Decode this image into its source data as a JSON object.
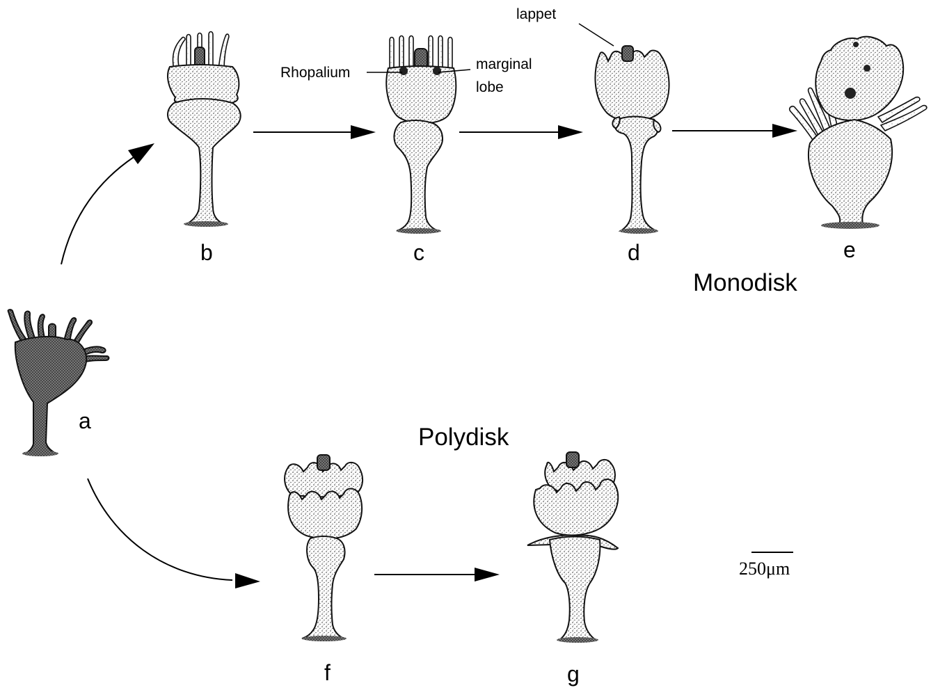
{
  "stages": [
    {
      "id": "a",
      "label": "a"
    },
    {
      "id": "b",
      "label": "b"
    },
    {
      "id": "c",
      "label": "c"
    },
    {
      "id": "d",
      "label": "d"
    },
    {
      "id": "e",
      "label": "e"
    },
    {
      "id": "f",
      "label": "f"
    },
    {
      "id": "g",
      "label": "g"
    }
  ],
  "groups": {
    "monodisk": "Monodisk",
    "polydisk": "Polydisk"
  },
  "annotations": {
    "rhopalium": "Rhopalium",
    "marginal_lobe_line1": "marginal",
    "marginal_lobe_line2": "lobe",
    "lappet": "lappet"
  },
  "scale_bar": {
    "label": "250μm"
  }
}
